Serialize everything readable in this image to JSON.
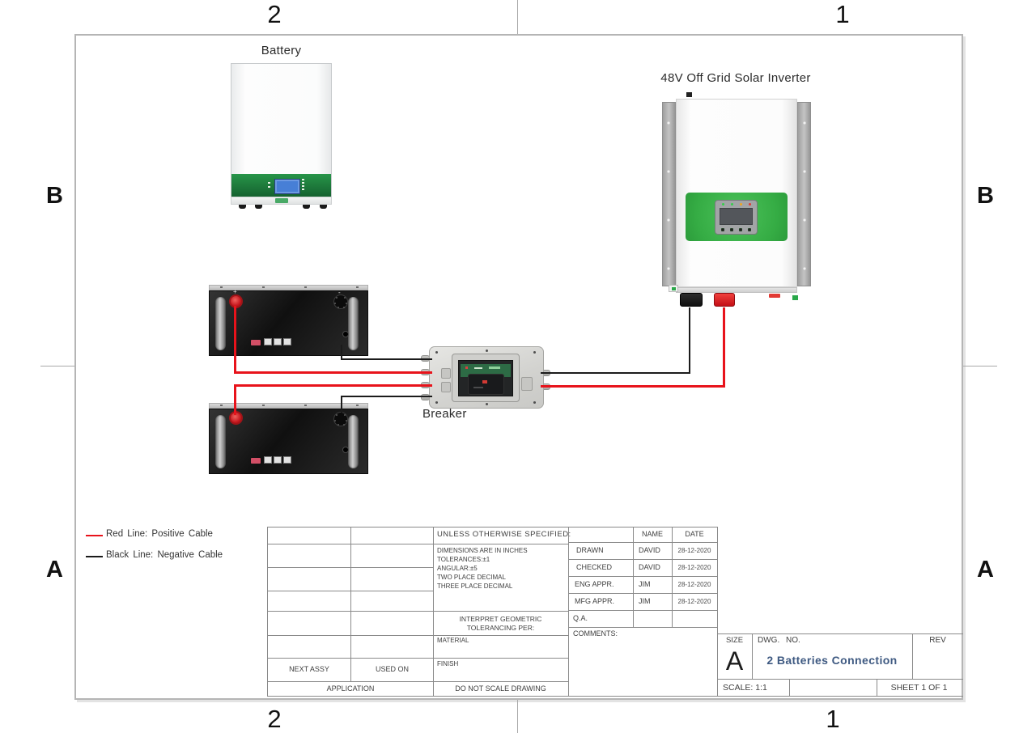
{
  "zones": {
    "top_left": "2",
    "top_right": "1",
    "bottom_left": "2",
    "bottom_right": "1",
    "left_top": "B",
    "left_bottom": "A",
    "right_top": "B",
    "right_bottom": "A"
  },
  "labels": {
    "battery": "Battery",
    "inverter": "48V Off Grid Solar Inverter",
    "breaker": "Breaker"
  },
  "legend": {
    "items": [
      {
        "swatch": "red-line",
        "color": "#e8131b",
        "label": "Red Line: Positive Cable"
      },
      {
        "swatch": "black-line",
        "color": "#1a1a1a",
        "label": "Black Line: Negative Cable"
      }
    ]
  },
  "terminals": {
    "plus": "+",
    "minus": "-"
  },
  "title_block": {
    "unless": "UNLESS OTHERWISE SPECIFIED:",
    "tolerances": [
      "DIMENSIONS ARE IN INCHES",
      "TOLERANCES:±1",
      "ANGULAR:±5",
      "TWO PLACE DECIMAL",
      "THREE PLACE DECIMAL"
    ],
    "interpret": "INTERPRET GEOMETRIC\nTOLERANCING PER:",
    "material_label": "MATERIAL",
    "finish_label": "FINISH",
    "do_not_scale": "DO NOT SCALE DRAWING",
    "next_assy": "NEXT ASSY",
    "used_on": "USED ON",
    "application": "APPLICATION",
    "name_header": "NAME",
    "date_header": "DATE",
    "approvals": [
      {
        "role": "DRAWN",
        "name": "DAVID",
        "date": "28-12-2020"
      },
      {
        "role": "CHECKED",
        "name": "DAVID",
        "date": "28-12-2020"
      },
      {
        "role": "ENG APPR.",
        "name": "JIM",
        "date": "28-12-2020"
      },
      {
        "role": "MFG APPR.",
        "name": "JIM",
        "date": "28-12-2020"
      },
      {
        "role": "Q.A.",
        "name": "",
        "date": ""
      }
    ],
    "comments_label": "COMMENTS:",
    "size_label": "SIZE",
    "size_value": "A",
    "dwg_label": "DWG. NO.",
    "dwg_value": "2 Batteries Connection",
    "rev_label": "REV",
    "scale": "SCALE: 1:1",
    "sheet": "SHEET 1 OF 1"
  },
  "colors": {
    "positive_cable": "#e8131b",
    "negative_cable": "#1a1a1a",
    "battery_green": "#1f7c39",
    "inverter_green": "#3cb44a",
    "dwg_title": "#3f5a82",
    "frame_gray": "#b5b5b5"
  }
}
